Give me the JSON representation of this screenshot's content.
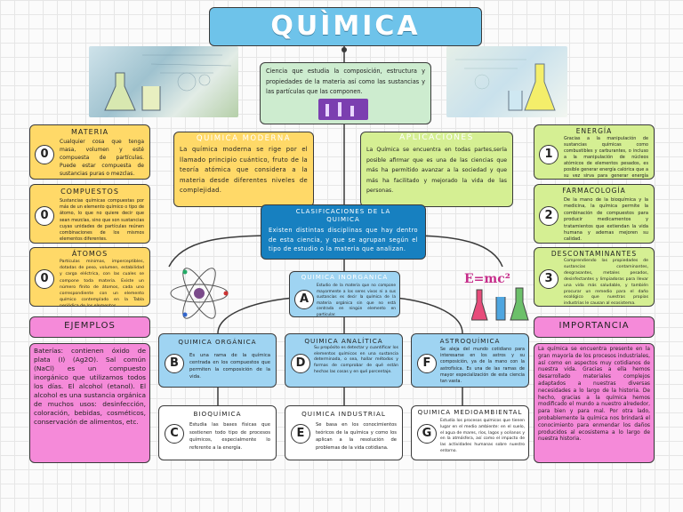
{
  "title": "QUÌMICA",
  "intro": "Ciencia que estudia la composición, estructura y propiedades de la materia así como las sustancias y las partículas que las componen.",
  "moderna": {
    "title": "QUIMICA MODERNA",
    "text": "La química moderna se rige por el llamado principio cuántico, fruto de la teoría atómica que considera a la materia desde diferentes niveles de complejidad."
  },
  "aplicaciones": {
    "title": "APLICACIONES",
    "text": "La Química se encuentra en todas partes,sería posible afirmar que es una de las ciencias que más ha permitido avanzar a la sociedad y que más ha facilitado y mejorado la vida de las personas."
  },
  "clasificaciones": {
    "title": "CLASIFICACIONES DE LA QUIMICA",
    "text": "Existen distintas disciplinas que hay dentro de esta ciencia, y que se agrupan según el tipo de estudio o la materia que analizan."
  },
  "left": [
    {
      "title": "MATERIA",
      "num": "0",
      "text": "Cualquier cosa que tenga masa, volumen y esté compuesta de partículas. Puede estar compuesta de sustancias puras o mezclas."
    },
    {
      "title": "COMPUESTOS",
      "num": "0",
      "text": "Sustancias químicas compuestas por más de un elemento químico o tipo de átomo, lo que no quiere decir que sean mezclas, sino que son sustancias cuyas unidades de partículas reúnen combinaciones de los mismos elementos diferentes."
    },
    {
      "title": "ÁTOMOS",
      "num": "0",
      "text": "Partículas mínimas, imperceptibles, dotadas de peso, volumen, estabilidad y carga eléctrica, con las cuales se compone toda materia. Existe un número finito de átomos, cada uno correspondiente con un elemento químico contemplado en la Tabla periódica de los elementos."
    }
  ],
  "right": [
    {
      "title": "ENERGÍA",
      "num": "1",
      "text": "Gracias a la manipulación de sustancias químicas como combustibles y carburantes, o incluso a la manipulación de núcleos atómicos de elementos pesados, es posible generar energía calórica que a su vez sirva para generar energía eléctrica."
    },
    {
      "title": "FARMACOLOGÍA",
      "num": "2",
      "text": "De la mano de la bioquímica y la medicina, la química permite la combinación de compuestos para producir medicamentos y tratamientos que extiendan la vida humana y ademas mejoren su calidad."
    },
    {
      "title": "DESCONTAMINANTES",
      "num": "3",
      "text": "Comprendiendo las propiedades de sustancias contaminantes, desgrasantes, metales pesados, desinfectantes y limpiadoras para llevar una vida más saludable, y también procurar un remedio para el daño ecológico que nuestras propias industrias le causan al ecosistema."
    }
  ],
  "inorganica": {
    "title": "QUIMICA INORGANICA",
    "letter": "A",
    "text": "Estudio de la materia que no compone mayormente a los seres vivos ni a sus sustancias es decir la química de la materia orgánica sin que no está centrada en ningún elemento en particular."
  },
  "disciplinas": [
    {
      "title": "QUIMICA ORGÁNICA",
      "letter": "B",
      "text": "Es una rama de la química centrada en los compuestos que permiten la composición de la vida."
    },
    {
      "title": "QUIMICA ANALÍTICA",
      "letter": "D",
      "text": "Su propósito es detectar y cuantificar los elementos químicos en una sustancia determinada, o sea, hallar métodos y formas de comprobar de qué están hechas las cosas y en qué porcentaje."
    },
    {
      "title": "ASTROQUÍMICA",
      "letter": "F",
      "text": "Se aleja del mundo cotidiano para interesarse en los astros y su composición, ya de la mano con la astrofísica. Es una de las ramas de mayor especialización de esta ciencia tan vasta."
    },
    {
      "title": "BIOQUÍMICA",
      "letter": "C",
      "text": "Estudia las bases físicas que sostienen todo tipo de procesos químicos, especialmente lo referente a la energía."
    },
    {
      "title": "QUIMICA INDUSTRIAL",
      "letter": "E",
      "text": "Se basa en los conocimientos teóricos de la química y como los aplican a la resolución de problemas de la vida cotidiana."
    },
    {
      "title": "QUIMICA MEDIOAMBIENTAL",
      "letter": "G",
      "text": "Estudia los procesos químicos que tienen lugar en el medio ambiente: en el suelo, el agua de mares, ríos, lagos y océanos y en la atmósfera, así como el impacto de las actividades humanas sobre nuestro entorno."
    }
  ],
  "ejemplos": {
    "title": "EJEMPLOS",
    "text": "Baterías: contienen óxido de plata (I) (Ag2O). Sal común (NaCl) es un compuesto inorgánico que utilizamos todos los días. El alcohol (etanol). El alcohol es una sustancia orgánica de muchos usos: desinfección, coloración, bebidas, cosméticos, conservación de alimentos, etc."
  },
  "importancia": {
    "title": "IMPORTANCIA",
    "text": "La química se encuentra presente en la gran mayoría de los procesos industriales, así como en aspectos muy cotidianos de nuestra vida. Gracias a ella hemos desarrollado materiales complejos adaptados a nuestras diversas necesidades a lo largo de la historia. De hecho, gracias a la química hemos modificado el mundo a nuestro alrededor, para bien y para mal. Por otra lado, probablemente la química nos brindará el conocimiento para enmendar los daños producidos al ecosistema a lo largo de nuestra historia."
  },
  "formula": "E=mc²"
}
